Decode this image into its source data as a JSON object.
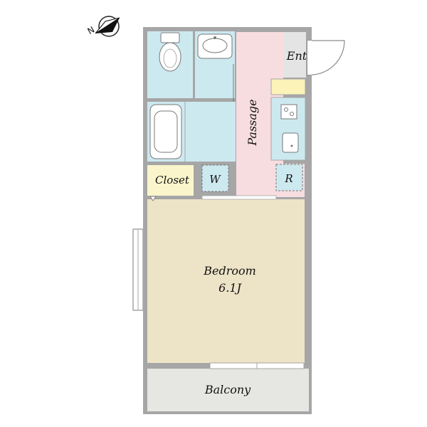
{
  "labels": {
    "entrance": "Ent",
    "passage": "Passage",
    "closet": "Closet",
    "washer": "W",
    "refrigerator": "R",
    "bedroom": "Bedroom",
    "bedroom_size": "6.1J",
    "balcony": "Balcony",
    "compass": "N"
  },
  "colors": {
    "wall": "#a6a6a6",
    "wet_area": "#cde9f0",
    "passage": "#f8dde0",
    "bedroom": "#ede3c7",
    "closet": "#fbf5cc",
    "entrance": "#e4e4e4",
    "shoe_box": "#fbf3b8",
    "balcony": "#e6e6e3"
  },
  "icons": [
    "compass-icon",
    "toilet-icon",
    "washbasin-icon",
    "bathtub-icon",
    "stove-icon",
    "sink-icon"
  ]
}
